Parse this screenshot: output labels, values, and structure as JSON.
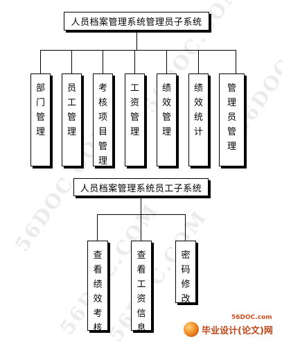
{
  "diagram1": {
    "root": "人员档案管理系统管理员子系统",
    "children": [
      "部门管理",
      "员工管理",
      "考核项目管理",
      "工资管理",
      "绩效管理",
      "绩效统计",
      "管理员管理"
    ]
  },
  "diagram2": {
    "root": "人员档案管理系统员工子系统",
    "children": [
      "查看绩效考核",
      "查看工资信息",
      "密码修改"
    ]
  },
  "watermark": {
    "text": "56DOC.COM",
    "color": "#000000"
  },
  "logo": {
    "site": "56DOC.com",
    "label": "毕业设计(论文)网",
    "accent": "#c0471a"
  }
}
